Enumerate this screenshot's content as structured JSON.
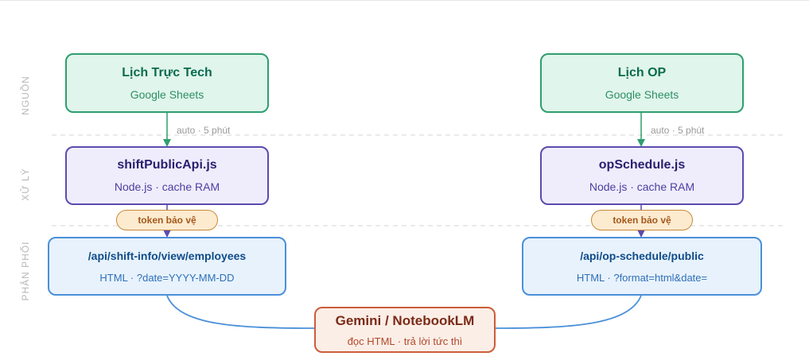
{
  "lanes": {
    "source": "NGUỒN",
    "process": "XỬ LÝ",
    "distribute": "PHÂN PHỐI"
  },
  "left": {
    "source_title": "Lịch Trực Tech",
    "source_subtitle": "Google Sheets",
    "sync_label": "auto · 5 phút",
    "process_title": "shiftPublicApi.js",
    "process_subtitle": "Node.js · cache RAM",
    "token_label": "token bảo vệ",
    "api_title": "/api/shift-info/view/employees",
    "api_subtitle": "HTML · ?date=YYYY-MM-DD"
  },
  "right": {
    "source_title": "Lịch OP",
    "source_subtitle": "Google Sheets",
    "sync_label": "auto · 5 phút",
    "process_title": "opSchedule.js",
    "process_subtitle": "Node.js · cache RAM",
    "token_label": "token bảo vệ",
    "api_title": "/api/op-schedule/public",
    "api_subtitle": "HTML · ?format=html&date="
  },
  "consumer": {
    "title": "Gemini / NotebookLM",
    "subtitle": "đọc HTML · trả lời tức thì"
  },
  "colors": {
    "source": "#2e9e6e",
    "process": "#5b4bb0",
    "api": "#4a90d9",
    "consumer": "#cc5d3a",
    "token": "#c88a3a"
  }
}
